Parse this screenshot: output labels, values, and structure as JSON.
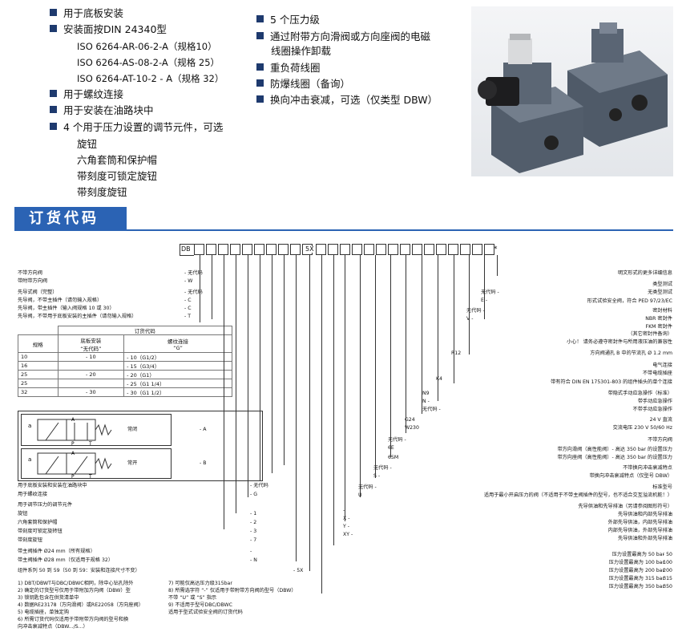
{
  "features_left": [
    "用于底板安装",
    "安装面按DIN 24340型",
    "用于螺纹连接",
    "用于安装在油路块中",
    "4 个用于压力设置的调节元件，可选"
  ],
  "iso_lines": [
    "ISO 6264-AR-06-2-A（规格10）",
    "ISO 6264-AS-08-2-A（规格 25）",
    "ISO 6264-AT-10-2 - A（规格 32）"
  ],
  "adjust_items": [
    "旋钮",
    "六角套筒和保护帽",
    "带刻度可锁定旋钮",
    "带刻度旋钮"
  ],
  "features_mid": [
    "5 个压力级",
    "通过附带方向滑阀或方向座阀的电磁线圈操作卸载",
    "重负荷线圈",
    "防爆线圈（备询）",
    "换向冲击衰减，可选（仅类型 DBW）"
  ],
  "features_mid_wrap": "线圈操作卸载",
  "section_title": "订货代码",
  "code": {
    "prefix": "DB",
    "series": "5X",
    "star": "*"
  },
  "left_opts": [
    {
      "t": "不带方向阀",
      "c": "- 无代码"
    },
    {
      "t": "带附带方向阀",
      "c": "- W"
    },
    {
      "t": "先导式阀（完整）",
      "c": "- 无代码"
    },
    {
      "t": "先导阀，不带主插件（请勿输入规格）",
      "c": "- C"
    },
    {
      "t": "先导阀，带主插件（输入阀规格 10 或 30）",
      "c": "- C"
    },
    {
      "t": "先导阀，不带用于底板安装的主插件（请勿输入规格）",
      "c": "- T"
    }
  ],
  "table": {
    "title": "订货代码",
    "h1": "规格",
    "h2": "底板安装\n“无代码”",
    "h3": "螺纹连接\n“G”",
    "rows": [
      [
        "10",
        "- 10",
        "- 10（G1/2）"
      ],
      [
        "16",
        "",
        "- 15（G3/4）"
      ],
      [
        "25",
        "- 20",
        "- 20（G1）"
      ],
      [
        "25",
        "",
        "- 25（G1 1/4）"
      ],
      [
        "32",
        "- 30",
        "- 30（G1 1/2）"
      ]
    ]
  },
  "sym1": {
    "label": "常闭",
    "code": "- A"
  },
  "sym2": {
    "label": "常开",
    "code": "- B"
  },
  "lower_left": [
    {
      "t": "用于底板安装和安装在油路块中",
      "c": "- 无代码"
    },
    {
      "t": "用于螺纹连接",
      "c": "- G"
    },
    {
      "t": "用于调节压力的调节元件",
      "c": ""
    },
    {
      "t": "旋钮",
      "c": "- 1"
    },
    {
      "t": "六角套筒和保护帽",
      "c": "- 2"
    },
    {
      "t": "带刻度可锁定旋转钮",
      "c": "- 3"
    },
    {
      "t": "带刻度旋钮",
      "c": "- 7"
    },
    {
      "t": "带主阀插件 Ø24 mm（所有规格）",
      "c": "-"
    },
    {
      "t": "带主阀插件 Ø28 mm（仅适用于规格 32）",
      "c": "- N"
    },
    {
      "t": "组件系列 50 到 59（50 到 59：安装和连接尺寸不变）",
      "c": "- 5X"
    }
  ],
  "notes_left": [
    "1) DBT/DBWT与DBC/DBWC相同，除中心钻孔除外",
    "2) 确定的订货型号仅用于带附加方向阀（DBW）型",
    "3) 锁钥匙包含在供货清单中",
    "4) 数据RE23178（方向滑阀）或RE22058（方向座阀）",
    "5) 电缆插座，单独定购",
    "6) 所需订货代码仅适用于带附带方向阀的型号和换",
    "   向冲击衰减特点（DBW.../S...）"
  ],
  "notes_mid": [
    "7) 可能仅高达压力级315bar",
    "8) 所需选字符 “-” 仅适用于带附带方向阀的型号（DBW）",
    "   不带 “U” 或 “S” 指示",
    "9) 不适用于型号DBC/DBWC",
    "适用于型式试验安全阀的订货代码"
  ],
  "right_opts": [
    {
      "t": "明文形式的更多详细信息"
    },
    {
      "t": "类型测试"
    },
    {
      "t": "无类型测试"
    },
    {
      "t": "形式试验安全阀，符合 PED 97/23/EC"
    },
    {
      "t": "密封材料"
    },
    {
      "t": "NBR 密封件"
    },
    {
      "t": "FKM 密封件"
    },
    {
      "t": "（其它密封件备询）"
    },
    {
      "t": "小心！ 请务必遵守密封件与所用液压油的兼容性"
    },
    {
      "t": "方向阀通孔 B 中的节流孔 Ø 1.2 mm"
    },
    {
      "t": "电气连接"
    },
    {
      "t": "不带电缆插座"
    },
    {
      "t": "带有符合 DIN EN 175301-803 的组件插头的单个连接"
    },
    {
      "t": "带隐式手动应急操作（标准）"
    },
    {
      "t": "带手动应急操作"
    },
    {
      "t": "不带手动应急操作"
    },
    {
      "t": "24 V 直流"
    },
    {
      "t": "交流电压 230 V 50/60 Hz"
    },
    {
      "t": "不带方向阀"
    },
    {
      "t": "带方向滑阀（高性能阀）- 高达 350 bar 的设置压力"
    },
    {
      "t": "带方向座阀（高性能阀）- 高达 350 bar 的设置压力"
    },
    {
      "t": "不带换向冲击衰减特点"
    },
    {
      "t": "带换向冲击衰减特点（仅型号 DBW）"
    },
    {
      "t": "标准型号"
    },
    {
      "t": "适用于最小开启压力的阀（不适用于不带主阀插件的型号，也不适合交互溢流机能！）"
    },
    {
      "t": "先导供油和先导排油（另请参阅图形符号）"
    },
    {
      "t": "先导供油和内部先导排油"
    },
    {
      "t": "外部先导供油，内部先导排油"
    },
    {
      "t": "内部先导供油，外部先导排油"
    },
    {
      "t": "先导供油和外部先导排油"
    },
    {
      "t": "压力设置最高为 50 bar",
      "c": "- 50"
    },
    {
      "t": "压力设置最高为 100 bar",
      "c": "- 100"
    },
    {
      "t": "压力设置最高为 200 bar",
      "c": "- 200"
    },
    {
      "t": "压力设置最高为 315 bar",
      "c": "- 315"
    },
    {
      "t": "压力设置最高为 350 bar",
      "c": "- 350"
    }
  ],
  "right_codes": [
    {
      "k": "无代码 -",
      "v": "E -"
    },
    {
      "k": "无代码 -",
      "v": "V -"
    },
    {
      "k": "R12",
      "v": ""
    },
    {
      "k": "K4",
      "v": ""
    },
    {
      "k": "N9",
      "v": "N -"
    },
    {
      "k": "无代码 -",
      "v": ""
    },
    {
      "k": "G24",
      "v": "W230"
    },
    {
      "k": "无代码 -",
      "v": "6E"
    },
    {
      "k": "6SM",
      "v": ""
    },
    {
      "k": "无代码 -",
      "v": "S -"
    },
    {
      "k": "无代码 -",
      "v": "U"
    },
    {
      "k": "-",
      "v": "X -"
    },
    {
      "k": "Y -",
      "v": "XY -"
    }
  ]
}
